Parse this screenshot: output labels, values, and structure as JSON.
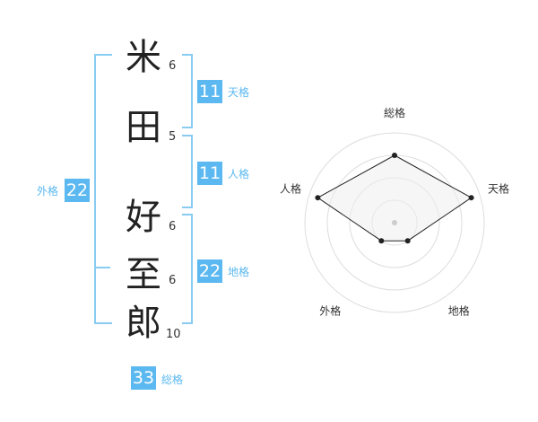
{
  "name_chars": [
    {
      "char": "米",
      "strokes": "6"
    },
    {
      "char": "田",
      "strokes": "5"
    },
    {
      "char": "好",
      "strokes": "6"
    },
    {
      "char": "至",
      "strokes": "6"
    },
    {
      "char": "郎",
      "strokes": "10"
    }
  ],
  "kaku": {
    "tenkaku": {
      "value": "11",
      "label": "天格"
    },
    "jinkaku": {
      "value": "11",
      "label": "人格"
    },
    "chikaku": {
      "value": "22",
      "label": "地格"
    },
    "gaikaku": {
      "value": "22",
      "label": "外格"
    },
    "soukaku": {
      "value": "33",
      "label": "総格"
    }
  },
  "colors": {
    "accent": "#5bb8f0",
    "bracket": "#88ccf2"
  },
  "chart_data": {
    "type": "radar",
    "axes": [
      "総格",
      "天格",
      "地格",
      "外格",
      "人格"
    ],
    "values": [
      0.75,
      0.9,
      0.25,
      0.25,
      0.9
    ],
    "max": 1
  }
}
